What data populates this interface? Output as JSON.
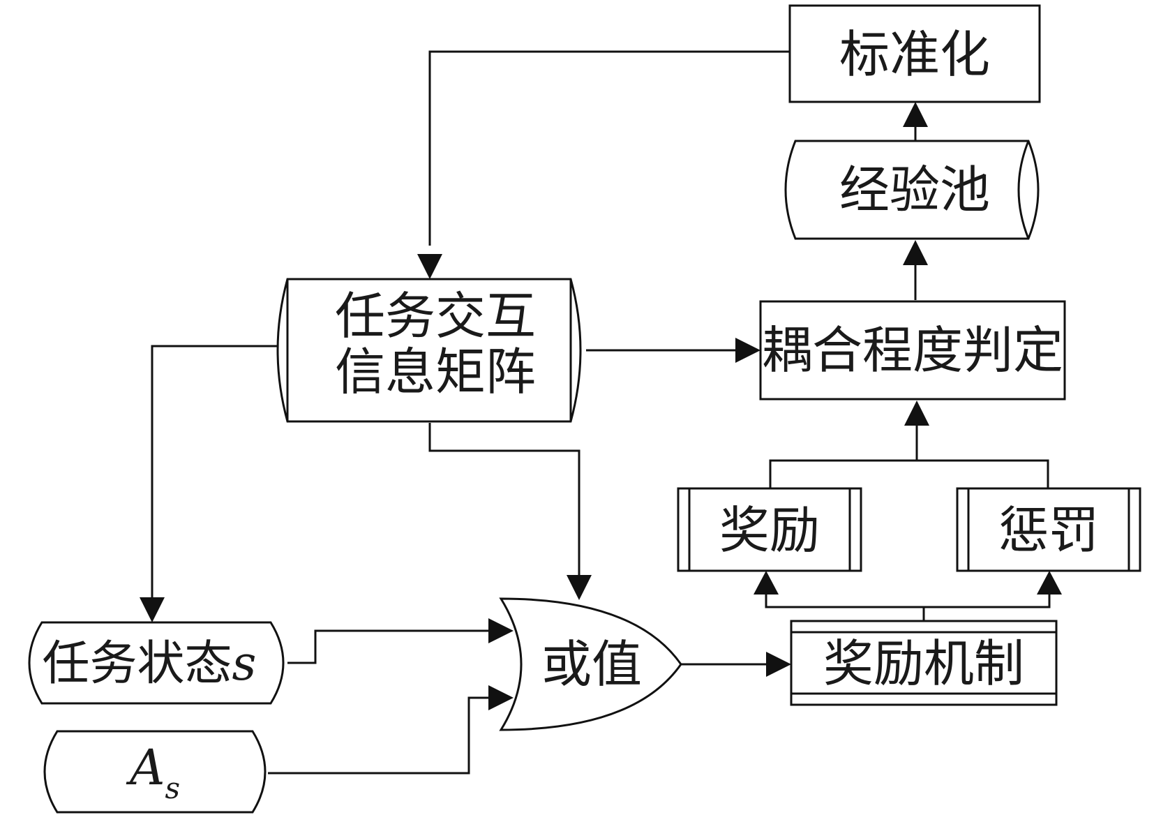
{
  "nodes": {
    "standardize": "标准化",
    "experience_pool": "经验池",
    "matrix_line1": "任务交互",
    "matrix_line2": "信息矩阵",
    "coupling": "耦合程度判定",
    "reward": "奖励",
    "penalty": "惩罚",
    "task_state": "任务状态",
    "task_state_symbol": "s",
    "as_main": "A",
    "as_sub": "s",
    "or_gate": "或值",
    "reward_mechanism": "奖励机制"
  }
}
